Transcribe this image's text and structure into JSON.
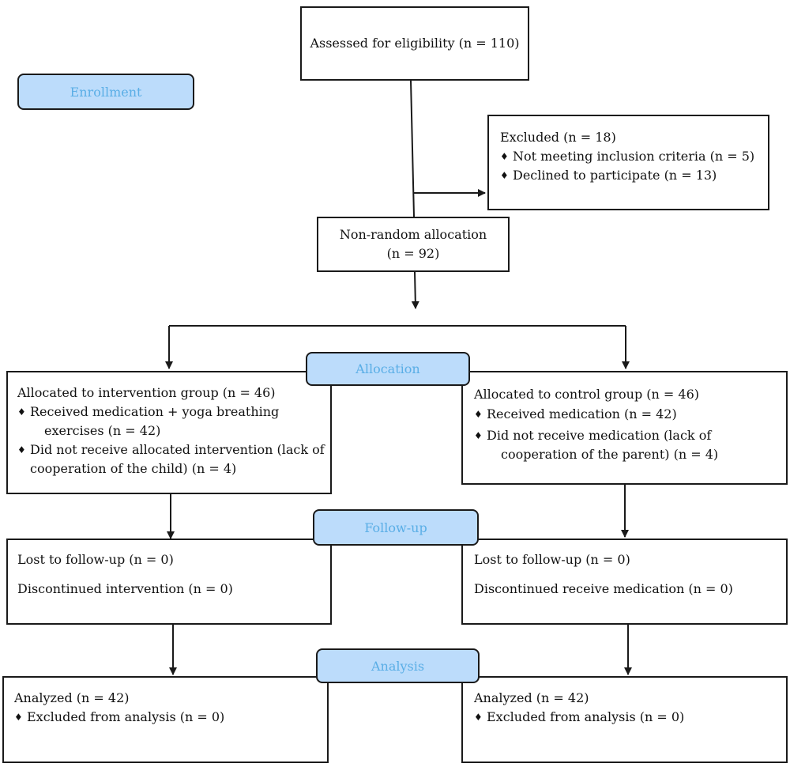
{
  "stages": {
    "enrollment": "Enrollment",
    "allocation": "Allocation",
    "followup": "Follow-up",
    "analysis": "Analysis"
  },
  "assessed": "Assessed for eligibility (n = 110)",
  "excluded": {
    "title": "Excluded (n = 18)",
    "items": [
      "Not meeting inclusion criteria (n = 5)",
      "Declined to participate (n = 13)"
    ]
  },
  "allocation_box": {
    "line1": "Non-random allocation",
    "line2": "(n = 92)"
  },
  "intervention": {
    "title": "Allocated to intervention group (n = 46)",
    "item1a": "Received medication + yoga breathing",
    "item1b": "exercises (n = 42)",
    "item2a": "Did not receive allocated intervention (lack of",
    "item2b": "cooperation of the child) (n = 4)"
  },
  "control": {
    "title": "Allocated to control group (n = 46)",
    "item1": "Received medication (n = 42)",
    "item2a": "Did not receive medication (lack of",
    "item2b": "cooperation of the parent) (n = 4)"
  },
  "followup_left": {
    "lost": "Lost to follow-up (n = 0)",
    "disc": "Discontinued intervention (n = 0)"
  },
  "followup_right": {
    "lost": "Lost to follow-up (n = 0)",
    "disc": "Discontinued receive medication (n = 0)"
  },
  "analysis_left": {
    "title": "Analyzed (n = 42)",
    "item": "Excluded from analysis (n = 0)"
  },
  "analysis_right": {
    "title": "Analyzed (n = 42)",
    "item": "Excluded from analysis (n = 0)"
  }
}
